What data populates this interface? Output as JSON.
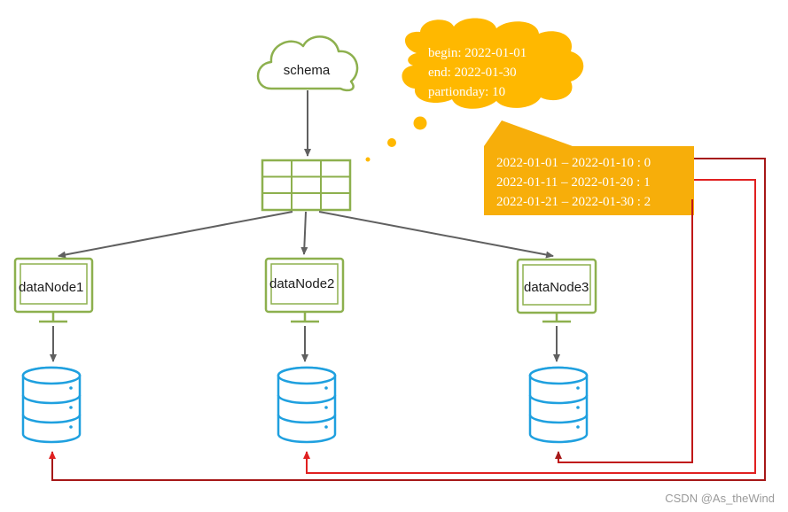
{
  "schema": {
    "label": "schema"
  },
  "cloud_note": {
    "lines": [
      "begin: 2022-01-01",
      "end: 2022-01-30",
      "partionday: 10"
    ],
    "color": "#FFB800"
  },
  "mapping_box": {
    "lines": [
      "2022-01-01 – 2022-01-10 : 0",
      "2022-01-11 – 2022-01-20 : 1",
      "2022-01-21 – 2022-01-30 : 2"
    ],
    "color": "#F7AE0A"
  },
  "nodes": [
    {
      "label": "dataNode1"
    },
    {
      "label": "dataNode2"
    },
    {
      "label": "dataNode3"
    }
  ],
  "colors": {
    "green_outline": "#8DB04E",
    "db_blue": "#1FA0DF",
    "arrow_gray": "#606060",
    "route_dark_red": "#A61818",
    "route_red": "#E02020"
  },
  "watermark": "CSDN @As_theWind"
}
